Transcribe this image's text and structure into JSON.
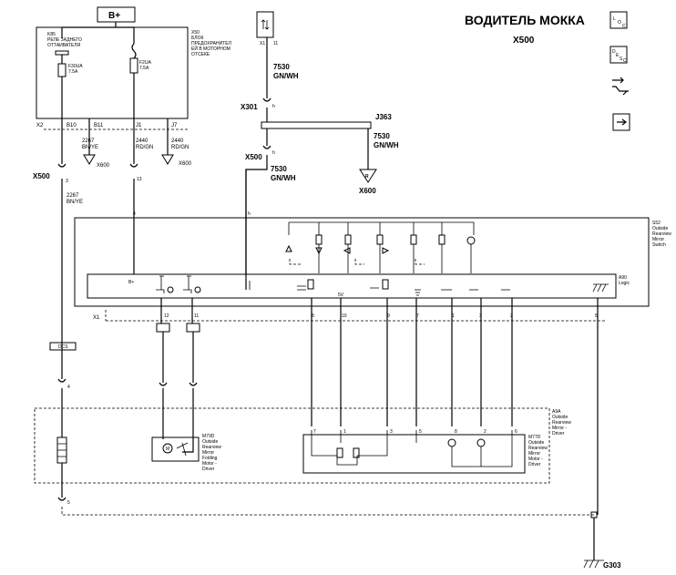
{
  "title": "ВОДИТЕЛЬ МОККА",
  "subtitle": "X500",
  "side_icons": [
    {
      "name": "location-icon",
      "label": "L O C"
    },
    {
      "name": "description-icon",
      "label": "D E S C"
    },
    {
      "name": "flow-icon",
      "label": ""
    },
    {
      "name": "arrow-icon",
      "label": ""
    }
  ],
  "power_label": "B+",
  "k85_label": "K85\nРЕЛЕ ЗАДНЕГО\nОТТАИВАТЕЛЯ",
  "f30ua_label": "F30UA\n7.5A",
  "f2ua_label": "F2UA\n7.5A",
  "x50_label": "X50\nБЛОК\nПРЕДОХРАНИТЕЛ\nЕЙ В МОТОРНОМ\nОТСЕКЕ",
  "x2_label": "X2",
  "b10_label": "B10",
  "b11_label": "B11",
  "j1_label": "J1",
  "j7_label": "J7",
  "wire_2267_a": "2267\nBN/YE",
  "wire_2440_a": "2440\nRD/GN",
  "wire_2440_b": "2440\nRD/GN",
  "x600_a": "X600",
  "x600_b": "X600",
  "x500_left": "X500",
  "pin_3": "3",
  "pin_13": "13",
  "wire_2267_b": "2267\nBN/YE",
  "x1_top": "X1",
  "pin_11_top": "11",
  "wire_7530_a": "7530\nGN/WH",
  "x301": "X301",
  "pin_h_a": "h",
  "j363": "J363",
  "wire_7530_b": "7530\nGN/WH",
  "x500_mid": "X500",
  "pin_h_b": "h",
  "wire_7530_c": "7530\nGN/WH",
  "x600_c": "X600",
  "s52_label": "S52\nOutside\nRearview\nMirror\nSwitch",
  "a90_label": "A90\nLogic",
  "pin_4": "4",
  "pin_h_c": "h",
  "bplus_small": "B+",
  "sv_label": "5V",
  "x1_mid": "X1",
  "pins_x1": [
    "12",
    "11",
    "8",
    "10",
    "9",
    "7",
    "1",
    "3",
    "2",
    "5"
  ],
  "dcs": "DCS",
  "pin_4b": "4",
  "pin_5b": "5",
  "a9a_label": "A9A\nOutside\nRearview\nMirror -\nDriver",
  "m79d_label": "M79D\nOutside\nRearview\nMirror\nFolding\nMotor -\nDriver",
  "m77d_label": "M77D\nOutside\nRearview\nMirror\nMotor -\nDriver",
  "pins_a9a": [
    "7",
    "1",
    "3",
    "5",
    "8",
    "2",
    "6"
  ],
  "ground_label": "G303"
}
